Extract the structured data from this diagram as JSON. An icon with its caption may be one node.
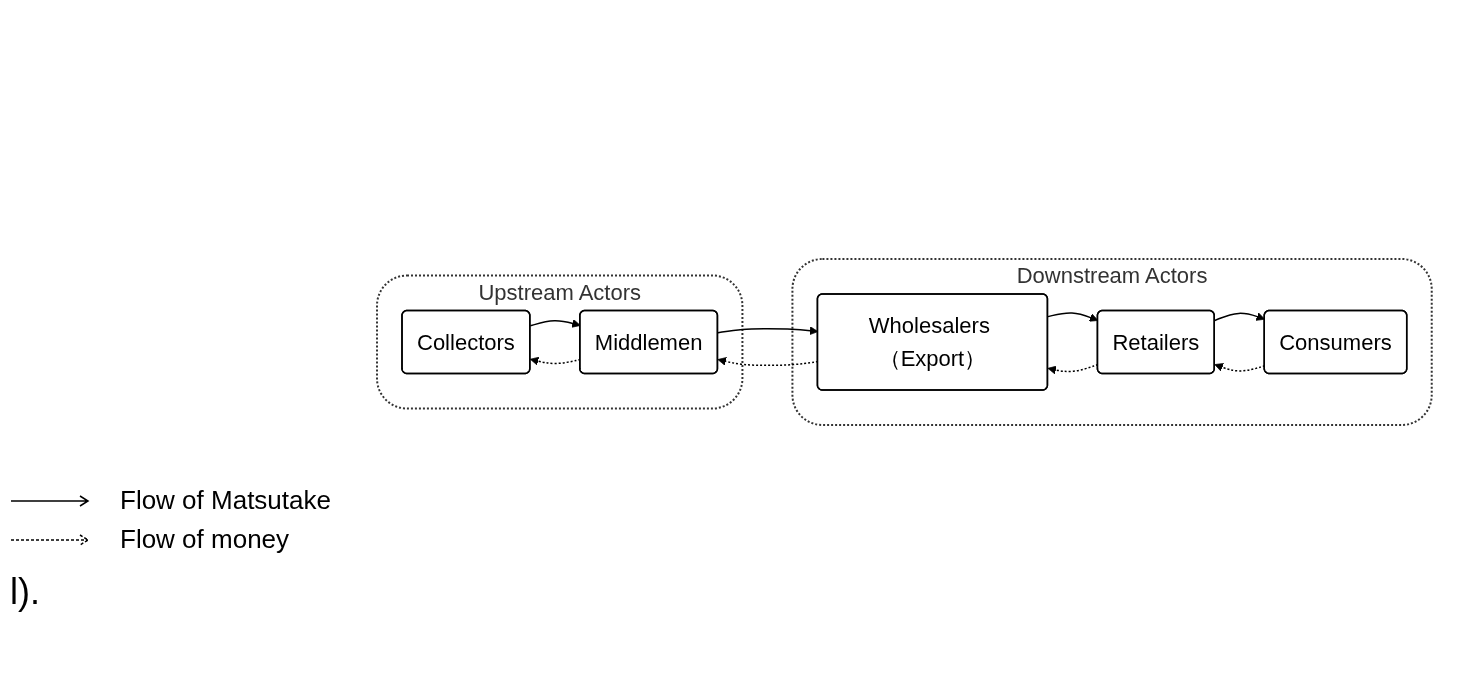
{
  "diagram": {
    "nodes": [
      {
        "text": [
          "Upstream Actors"
        ]
      },
      {
        "text": [
          "Collectors"
        ],
        "in": 0
      },
      {
        "text": [
          "Middlemen"
        ],
        "in": 0
      },
      {
        "text": [
          "Downstream Actors"
        ]
      },
      {
        "text": [
          "Wholesalers （Export）"
        ],
        "in": 3
      },
      {
        "text": [
          "Retailers"
        ],
        "in": 3
      },
      {
        "text": [
          "Consumers"
        ],
        "in": 3
      }
    ],
    "edges": [
      {
        "from": 1,
        "to": 2,
        "arrow": "to"
      },
      {
        "from": 2,
        "to": 1,
        "arrow": "to",
        "style": "dashed"
      },
      {
        "from": 2,
        "to": 4,
        "arrow": "to"
      },
      {
        "from": 4,
        "to": 2,
        "arrow": "to",
        "style": "dashed"
      },
      {
        "from": 4,
        "to": 5,
        "arrow": "to"
      },
      {
        "from": 5,
        "to": 4,
        "arrow": "to",
        "style": "dashed"
      },
      {
        "from": 5,
        "to": 6,
        "arrow": "to"
      },
      {
        "from": 6,
        "to": 5,
        "arrow": "to",
        "style": "dashed"
      }
    ],
    "labels": [
      "l)."
    ],
    "legend": [
      {
        "text": "Flow of Matsutake"
      },
      {
        "text": "Flow of money"
      }
    ]
  }
}
